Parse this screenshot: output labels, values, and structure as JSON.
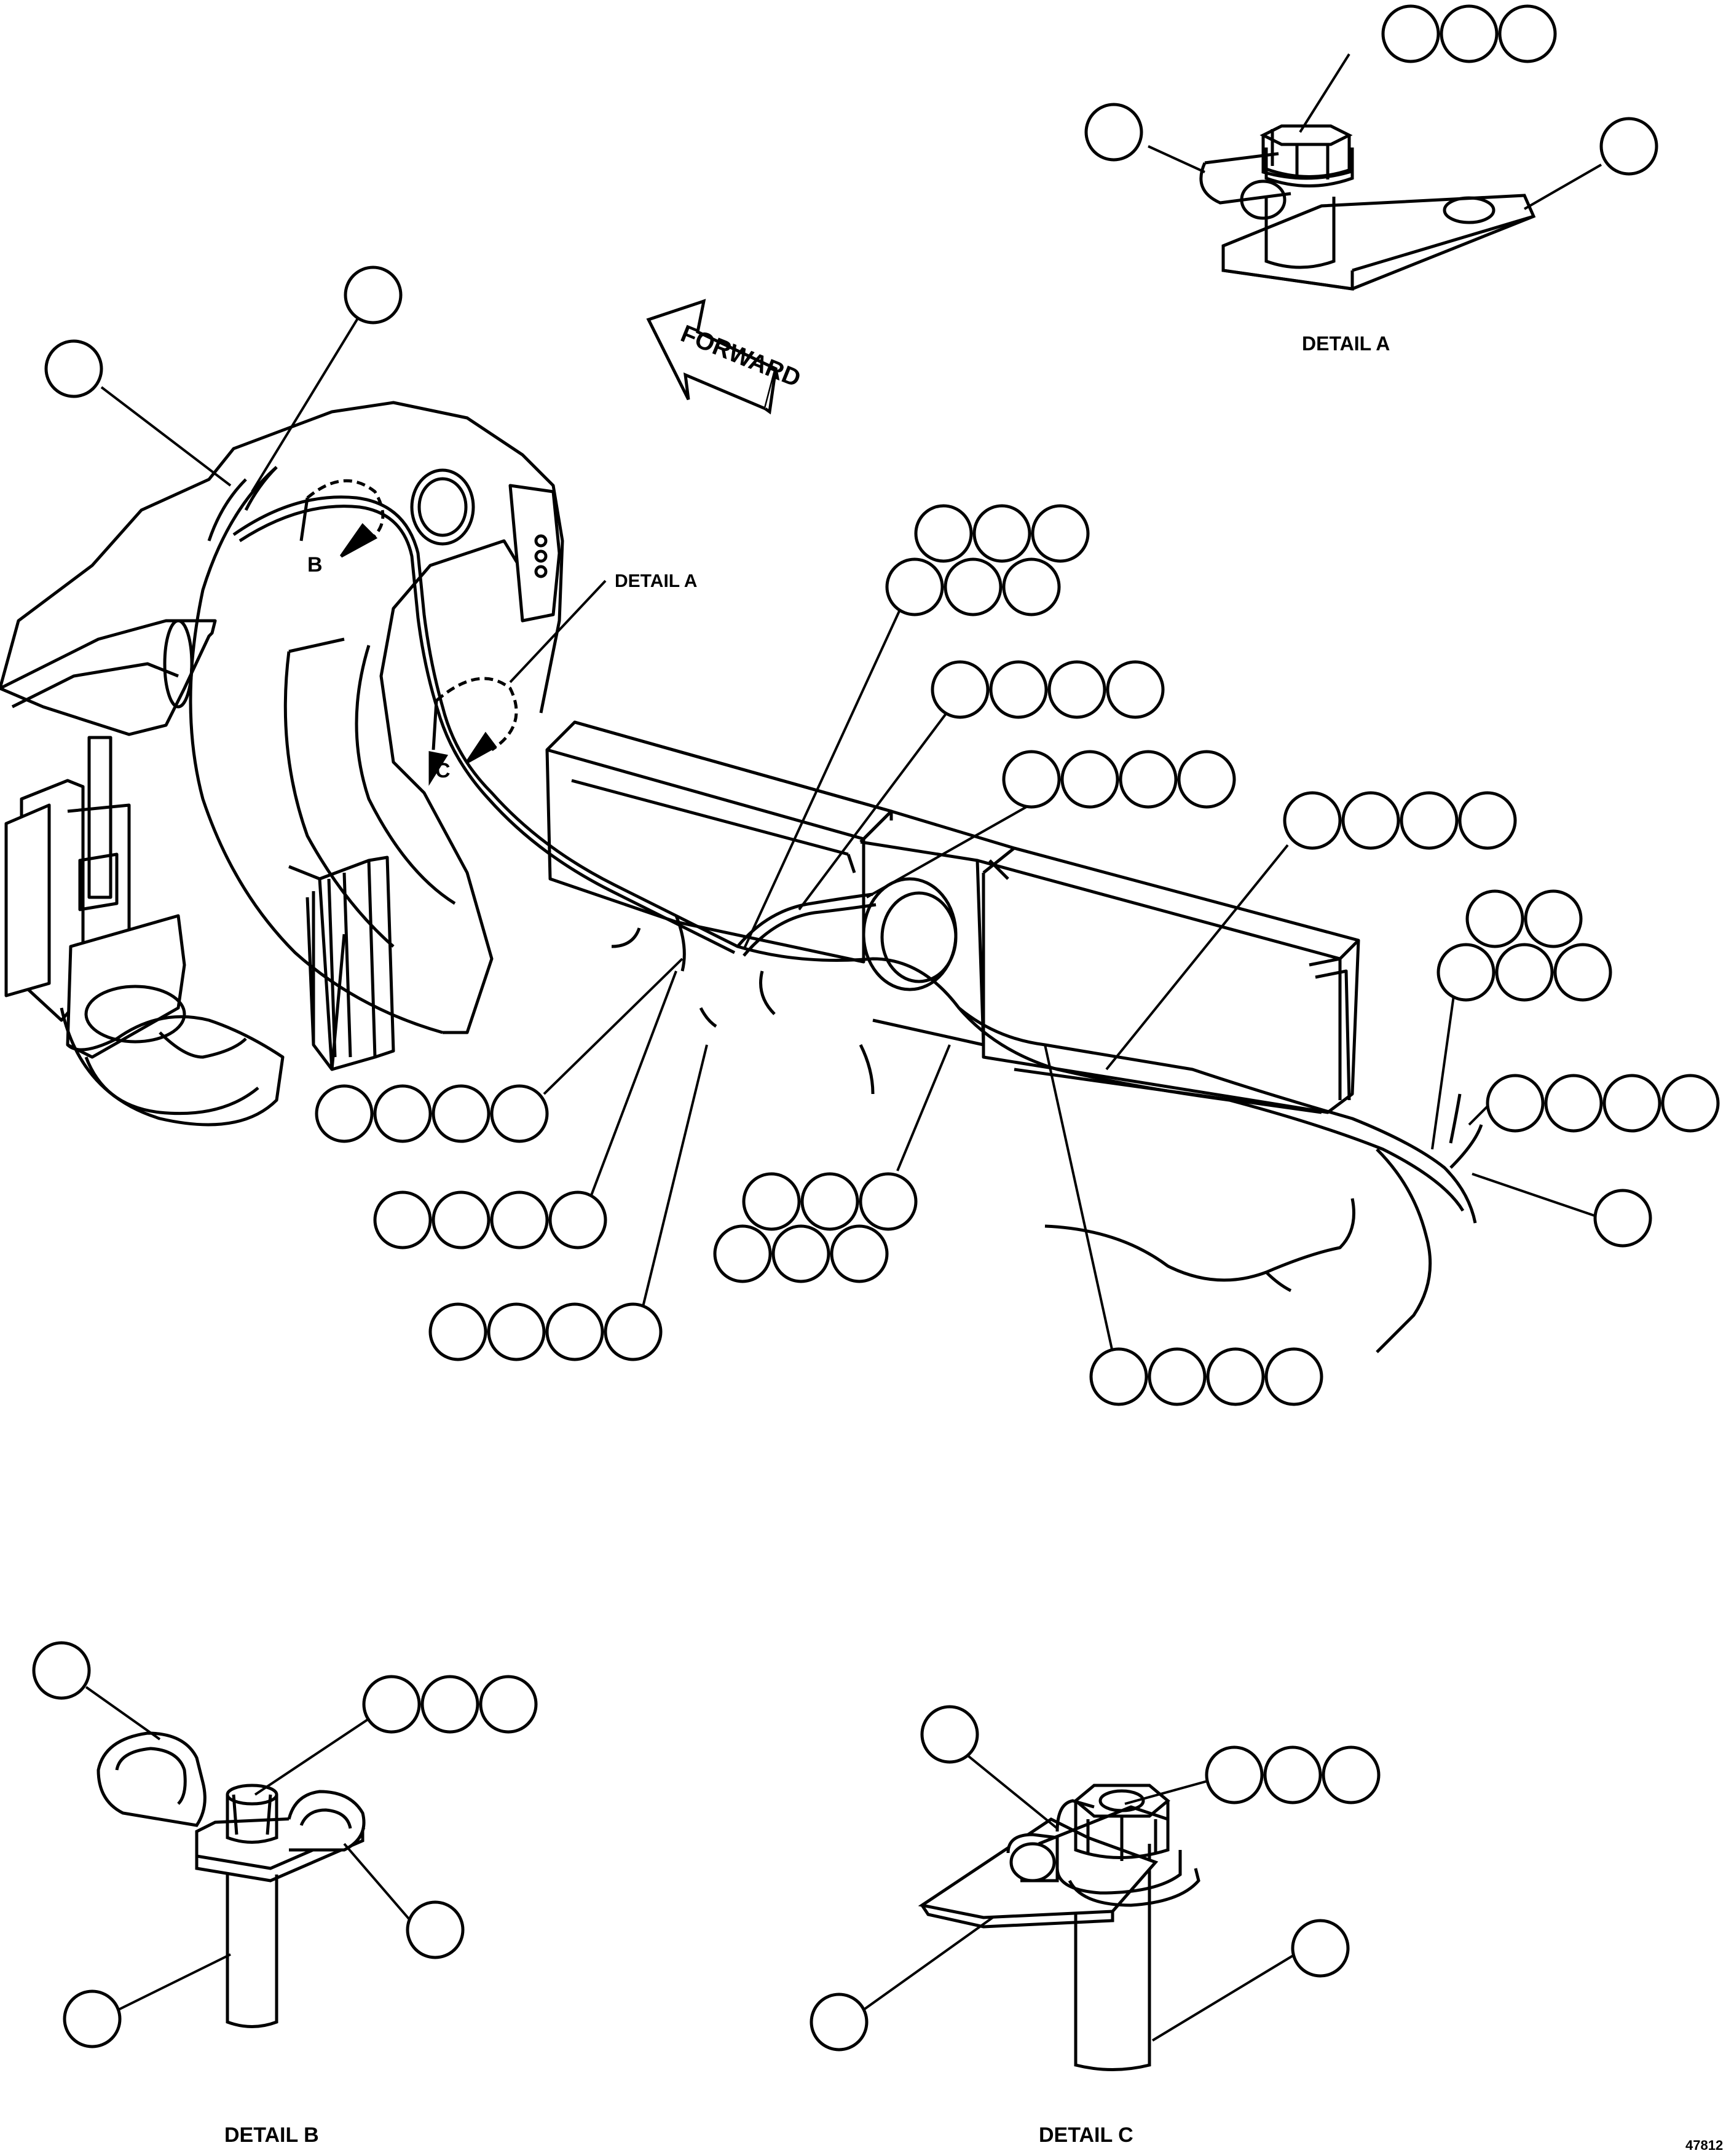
{
  "diagram": {
    "forward_label": "FORWARD",
    "detail_a_pointer_label": "DETAIL A",
    "detail_letter_b": "B",
    "detail_letter_c": "C",
    "detail_a_title": "DETAIL A",
    "detail_b_title": "DETAIL B",
    "detail_c_title": "DETAIL C",
    "drawing_number": "47812",
    "callout_bubbles_text": ""
  }
}
